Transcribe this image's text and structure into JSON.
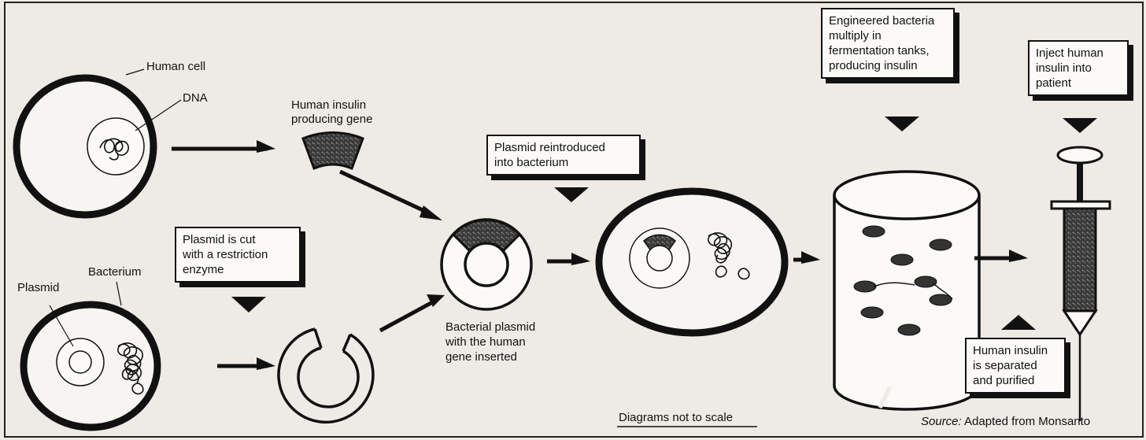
{
  "labels": {
    "human_cell": "Human cell",
    "dna": "DNA",
    "human_insulin_gene": "Human insulin\nproducing gene",
    "plasmid": "Plasmid",
    "bacterium": "Bacterium",
    "bacterial_plasmid": "Bacterial plasmid\nwith the human\ngene inserted"
  },
  "callouts": {
    "plasmid_cut": "Plasmid is cut\nwith a restriction\nenzyme",
    "plasmid_reintroduced": "Plasmid reintroduced\ninto bacterium",
    "engineered_bacteria": "Engineered bacteria\nmultiply in\nfermentation tanks,\nproducing insulin",
    "inject": "Inject human\ninsulin into\npatient",
    "separated": "Human insulin\nis separated\nand purified"
  },
  "footer": {
    "not_to_scale": "Diagrams not to scale",
    "source_label": "Source:",
    "source_text": "Adapted from Monsanto"
  }
}
